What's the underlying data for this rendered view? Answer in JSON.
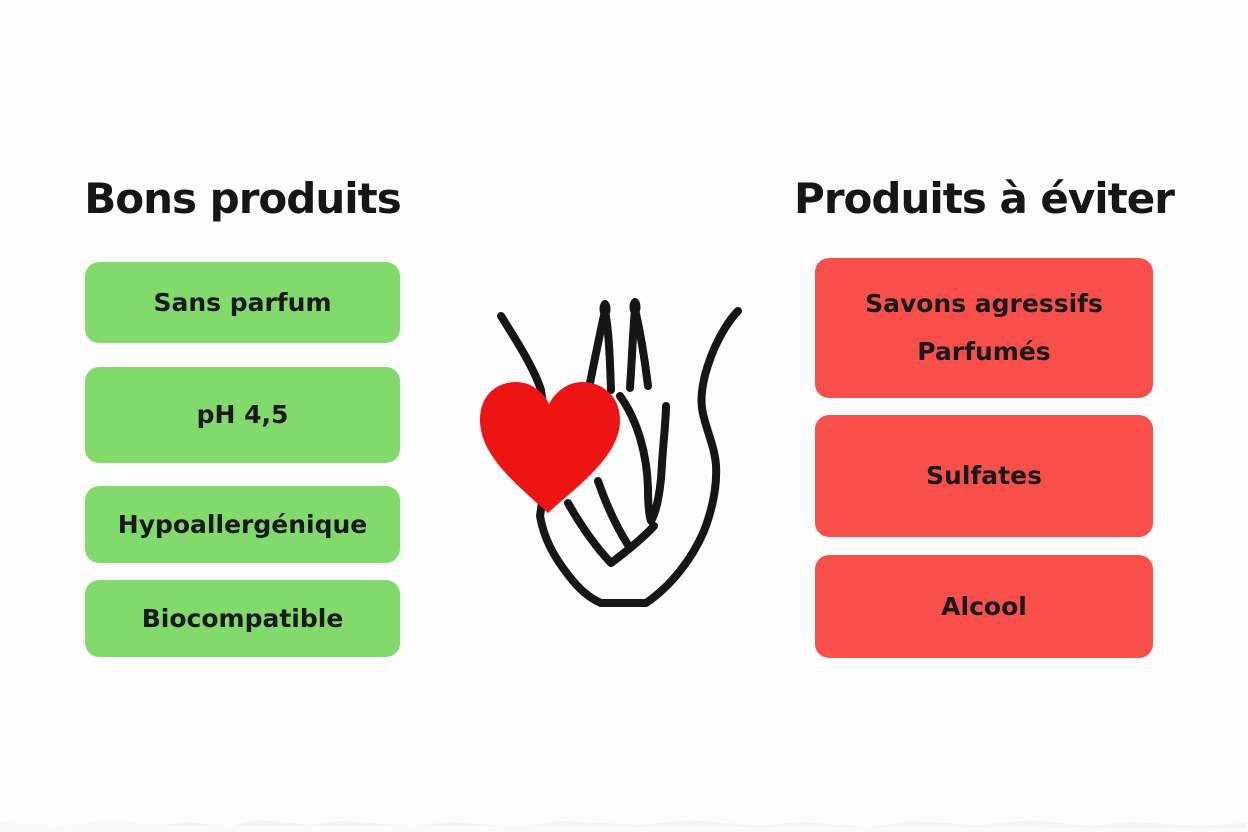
{
  "page": {
    "background_color": "#fdfdfd",
    "text_color": "#161616"
  },
  "left_column": {
    "title": "Bons produits",
    "box_color": "#82d96c",
    "items": [
      "Sans parfum",
      "pH 4,5",
      "Hypoallergénique",
      "Biocompatible"
    ]
  },
  "right_column": {
    "title": "Produits à éviter",
    "box_color": "#f94f4b",
    "items": [
      {
        "lines": [
          "Savons agressifs",
          "Parfumés"
        ]
      },
      {
        "lines": [
          "Sulfates"
        ]
      },
      {
        "lines": [
          "Alcool"
        ]
      }
    ]
  },
  "illustration": {
    "name": "abstract-flower-line-drawing-with-heart",
    "heart_color": "#ee1414",
    "line_color": "#161616"
  }
}
